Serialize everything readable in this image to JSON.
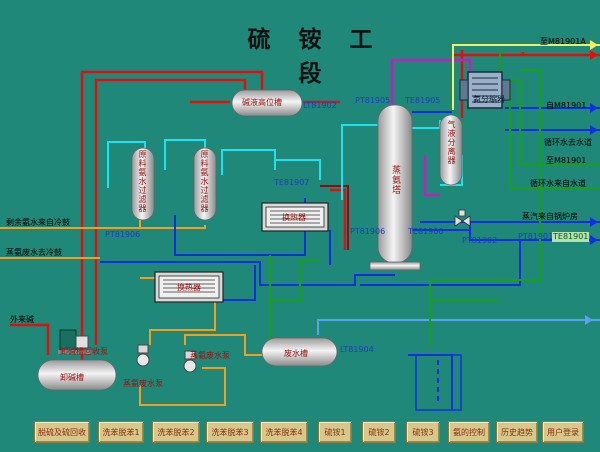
{
  "title": "硫 铵 工 段",
  "vessels": {
    "alkali_high_tank": "碱液高位槽",
    "raw_filter_1": "原料氨水过滤器",
    "raw_filter_2": "原料氨水过滤器",
    "heat_exchanger_1": "换热器",
    "heat_exchanger_2": "换热器",
    "stripper": "蒸氨塔",
    "separator": "气液分离器",
    "condenser": "氨分缩器",
    "waste_tank": "废水槽",
    "unload_tank": "卸碱槽"
  },
  "pumps": {
    "unload_pump": "卸碱槽回收泵",
    "waste_pump_1": "蒸氨废水泵",
    "waste_pump_2": "蒸氨废水泵"
  },
  "tags": {
    "lt1902": "LT81902",
    "pt1905a": "PT81905",
    "pt1905b": "TE81905",
    "te1907": "TE81907",
    "pt1906a": "PT81906",
    "pt1906b": "PT81906",
    "te1906": "TE81906",
    "pt1902": "PT81902",
    "pt1901": "PT81901",
    "te1901": "TE81901",
    "lt1904": "LT81904",
    "m1901_top": "至M81901A",
    "m1901_mid": "自M81901",
    "m1901_low": "至M81901"
  },
  "lines": {
    "residual_ammonia": "剩余氨水来自冷鼓",
    "waste_water_out": "蒸氨废水去冷鼓",
    "alkali_in": "外来碱",
    "cw_return": "循环水去水道",
    "cw_supply": "循环水来自水道",
    "steam_in": "蒸汽来自锅炉房"
  },
  "nav": [
    "脱硫及硫回收",
    "洗苯脱苯1",
    "洗苯脱苯2",
    "洗苯脱苯3",
    "洗苯脱苯4",
    "硫铵1",
    "硫铵2",
    "硫铵3",
    "氨的控制",
    "历史趋势",
    "用户登录"
  ],
  "colors": {
    "background": "#1f8878",
    "red_line": "#e01010",
    "orange_line": "#f0a020",
    "blue_line": "#1030e0",
    "cyan_line": "#20e0f0",
    "green_line": "#18a018",
    "purple_line": "#c020c0",
    "vessel": "#e4e4e4"
  }
}
